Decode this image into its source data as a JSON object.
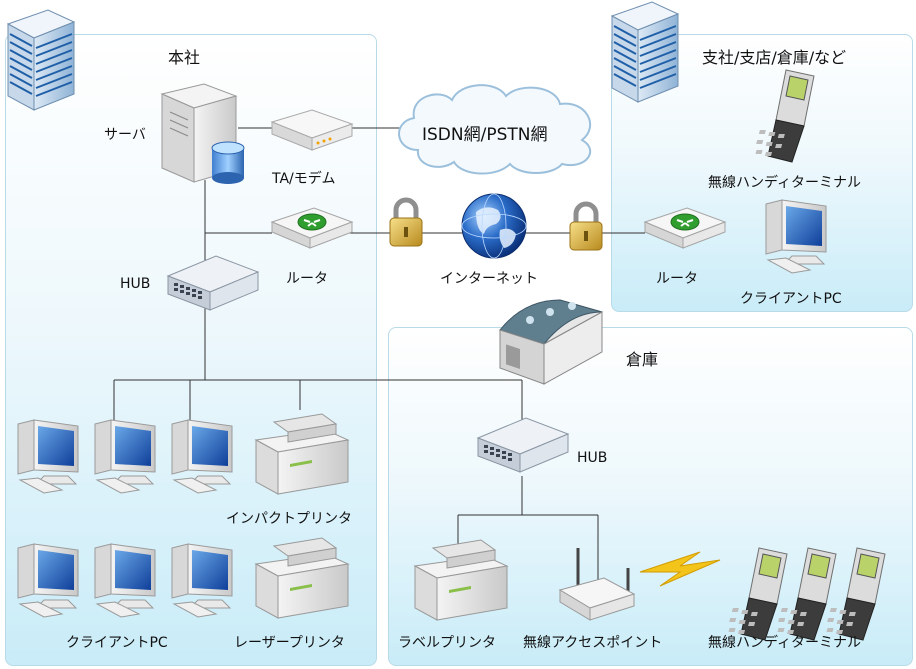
{
  "zones": {
    "hq": {
      "title": "本社"
    },
    "branch": {
      "title": "支社/支店/倉庫/など"
    },
    "warehouse": {
      "title": "倉庫"
    }
  },
  "cloud": {
    "label": "ISDN網/PSTN網"
  },
  "internet": {
    "label": "インターネット"
  },
  "hq": {
    "server": "サーバ",
    "modem": "TA/モデム",
    "router": "ルータ",
    "hub": "HUB",
    "inkjet_printer": "インパクトプリンタ",
    "laser_printer": "レーザープリンタ",
    "client_pc": "クライアントPC"
  },
  "branch": {
    "handy_terminal": "無線ハンディターミナル",
    "router": "ルータ",
    "client_pc": "クライアントPC"
  },
  "warehouse": {
    "hub": "HUB",
    "label_printer": "ラベルプリンタ",
    "access_point": "無線アクセスポイント",
    "handy_terminal": "無線ハンディターミナル"
  },
  "colors": {
    "zone_border": "#b9dbe8",
    "zone_fill_bottom": "#c9ecf8",
    "router_green": "#2f9e2f",
    "globe_blue": "#1f5fb0",
    "lightning": "#f3c51a",
    "lock_gold": "#d9b24a"
  }
}
